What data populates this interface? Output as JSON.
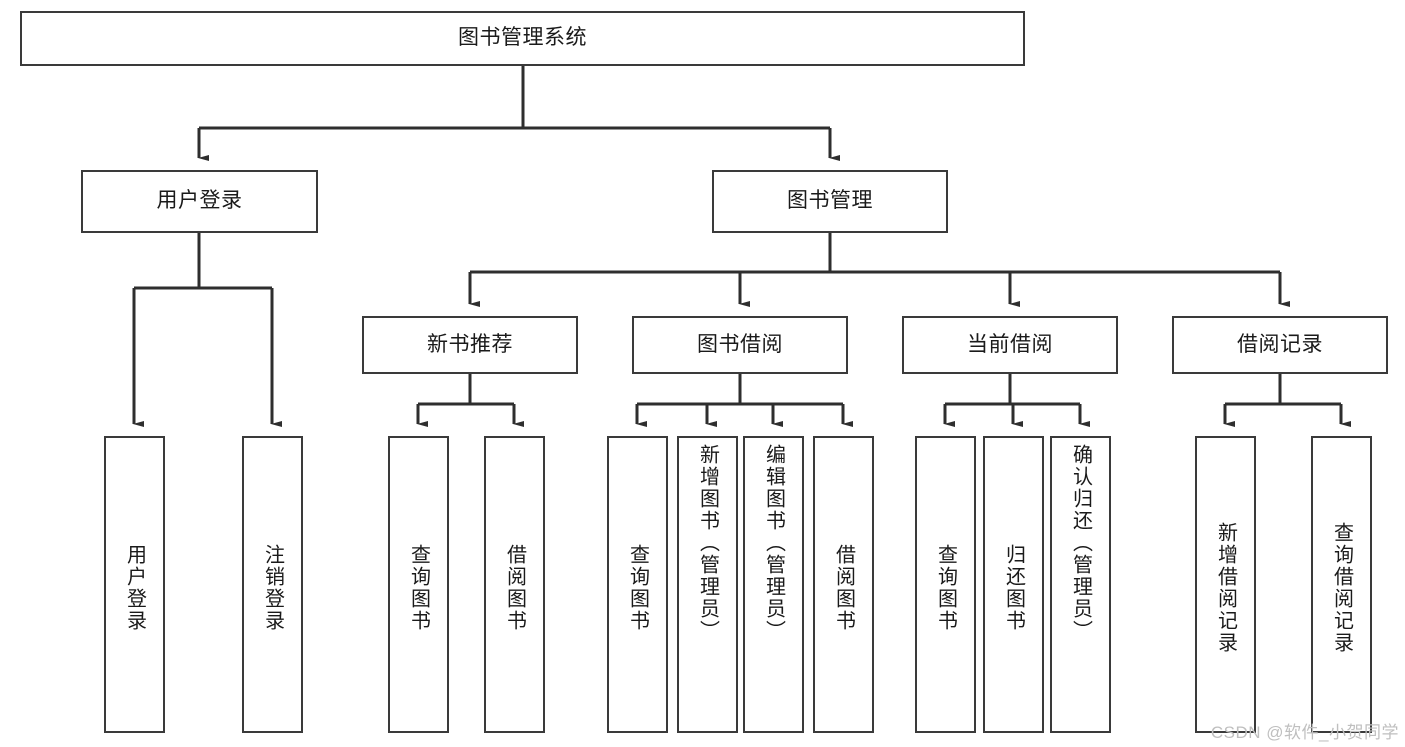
{
  "diagram": {
    "type": "tree-hierarchy-chart",
    "title": "图书管理系统",
    "colors": {
      "box_border": "#3a3a3a",
      "box_fill": "#ffffff",
      "edge": "#2e2e2e",
      "text": "#1a1a1a",
      "watermark": "#bfbfbf",
      "background": "#ffffff"
    },
    "root": {
      "label": "图书管理系统"
    },
    "level2": [
      {
        "label": "用户登录"
      },
      {
        "label": "图书管理"
      }
    ],
    "level3": [
      {
        "label": "新书推荐"
      },
      {
        "label": "图书借阅"
      },
      {
        "label": "当前借阅"
      },
      {
        "label": "借阅记录"
      }
    ],
    "leaves": {
      "user_login": [
        {
          "label": "用户登录"
        },
        {
          "label": "注销登录"
        }
      ],
      "new_book": [
        {
          "label": "查询图书"
        },
        {
          "label": "借阅图书"
        }
      ],
      "book_borrow": [
        {
          "label": "查询图书"
        },
        {
          "label": "新增图书（管理员）"
        },
        {
          "label": "编辑图书（管理员）"
        },
        {
          "label": "借阅图书"
        }
      ],
      "current_borrow": [
        {
          "label": "查询图书"
        },
        {
          "label": "归还图书"
        },
        {
          "label": "确认归还（管理员）"
        }
      ],
      "borrow_record": [
        {
          "label": "新增借阅记录"
        },
        {
          "label": "查询借阅记录"
        }
      ]
    }
  },
  "watermark": {
    "text": "CSDN @软件_小贺同学"
  }
}
